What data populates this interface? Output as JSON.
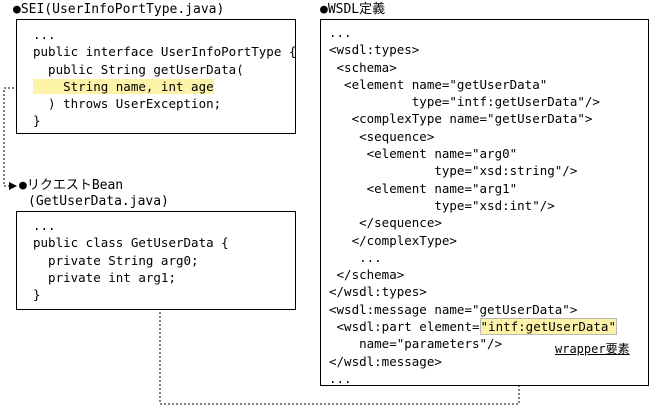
{
  "sei": {
    "title": "●SEI(UserInfoPortType.java)",
    "lines": [
      "...",
      "public interface UserInfoPortType {",
      "  public String getUserData(",
      "    String name, int age",
      "  ) throws UserException;",
      "}"
    ]
  },
  "bean": {
    "title_line1": "●リクエストBean",
    "title_line2": "(GetUserData.java)",
    "lines": [
      "...",
      "public class GetUserData {",
      "  private String arg0;",
      "  private int arg1;",
      "}"
    ]
  },
  "wsdl": {
    "title": "●WSDL定義",
    "lines": [
      "...",
      "<wsdl:types>",
      " <schema>",
      "  <element name=\"getUserData\"",
      "           type=\"intf:getUserData\"/>",
      "   <complexType name=\"getUserData\">",
      "    <sequence>",
      "     <element name=\"arg0\"",
      "              type=\"xsd:string\"/>",
      "     <element name=\"arg1\"",
      "              type=\"xsd:int\"/>",
      "    </sequence>",
      "   </complexType>",
      "    ...",
      " </schema>",
      "</wsdl:types>",
      "<wsdl:message name=\"getUserData\">",
      " <wsdl:part element=",
      "    name=\"parameters\"/>",
      "</wsdl:message>",
      "..."
    ],
    "part_highlight": "\"intf:getUserData\"",
    "wrapper_label": "wrapper要素"
  },
  "colors": {
    "highlight": "#fcf3a8",
    "line": "#000000"
  }
}
